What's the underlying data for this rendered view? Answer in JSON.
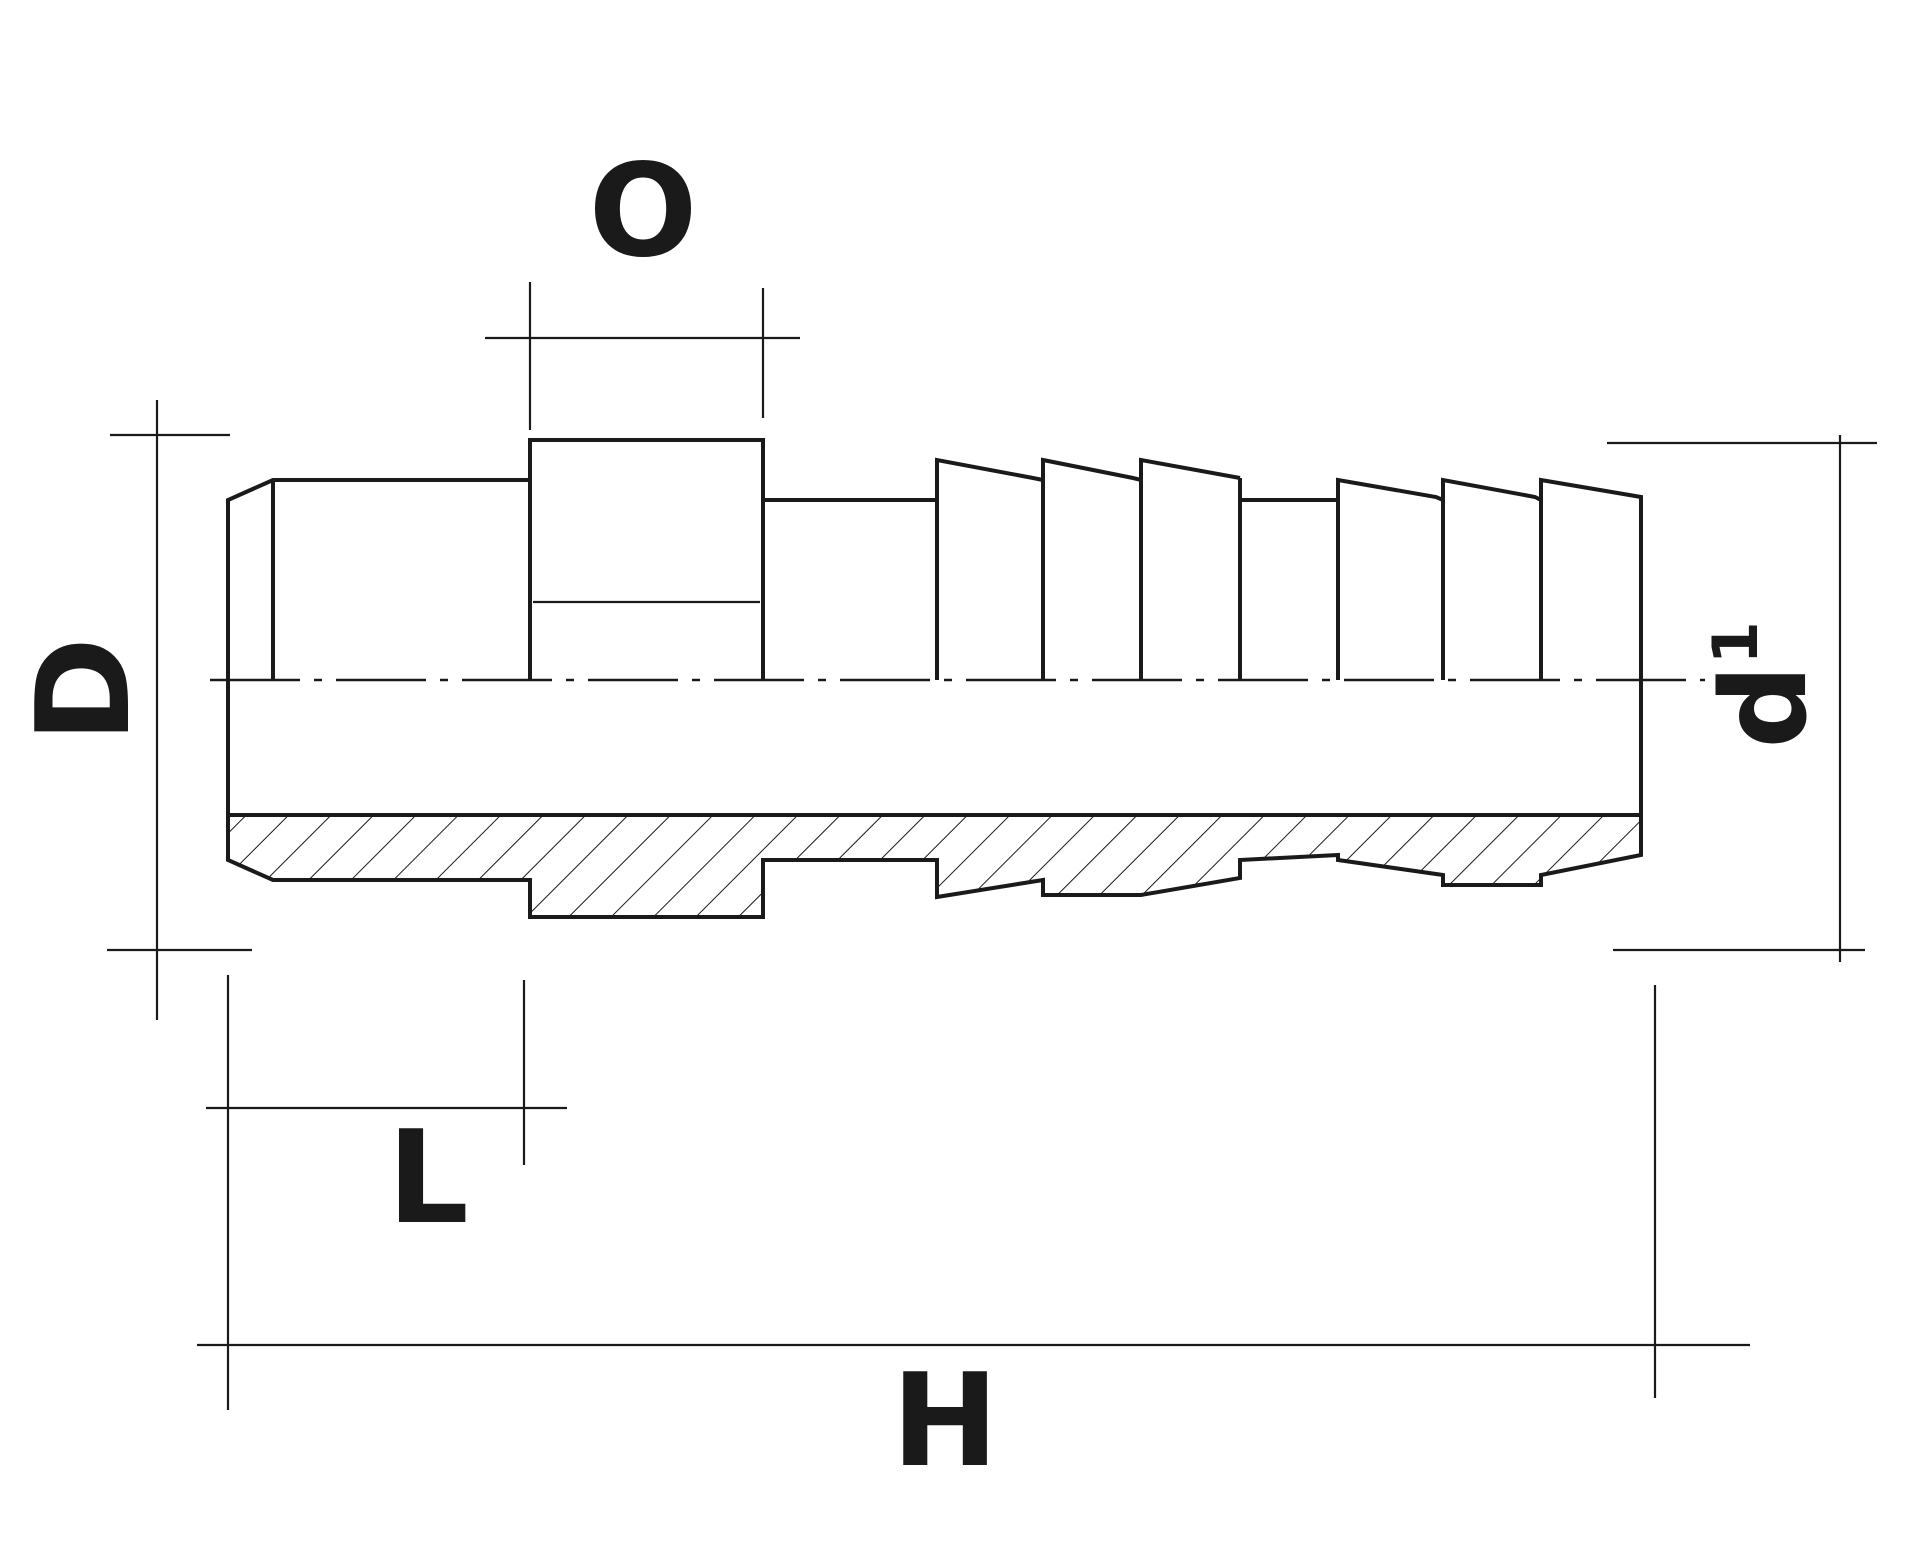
{
  "dimensions": {
    "flat_width": "O",
    "thread_diameter": "D",
    "thread_length": "L",
    "overall_length": "H",
    "hose_diameter_base": "d",
    "hose_diameter_index": "1"
  }
}
